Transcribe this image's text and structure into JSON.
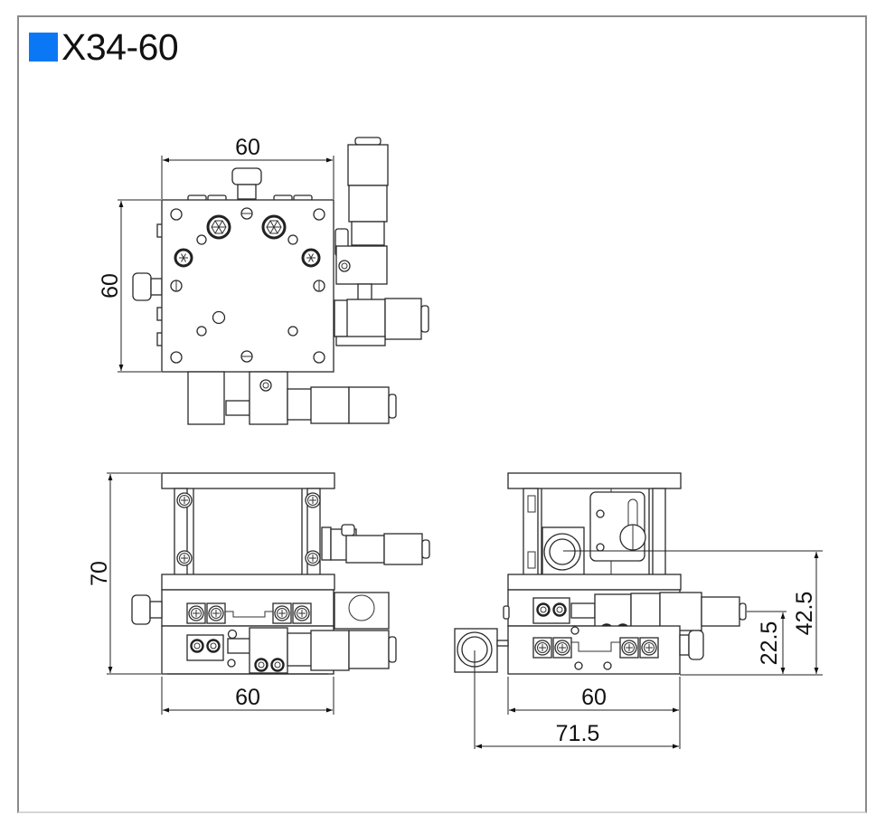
{
  "title": {
    "model": "X34-60",
    "marker_color": "#0a78f5"
  },
  "colors": {
    "line": "#2a2a2a",
    "frame_border": "#8a8a8a",
    "background": "#ffffff"
  },
  "views": {
    "top_view": {
      "dimensions": {
        "width": "60",
        "height": "60"
      }
    },
    "front_view": {
      "dimensions": {
        "height": "70",
        "width": "60"
      }
    },
    "side_view": {
      "dimensions": {
        "width": "60",
        "overall_width": "71.5",
        "height_lower": "22.5",
        "height_upper": "42.5"
      }
    }
  }
}
